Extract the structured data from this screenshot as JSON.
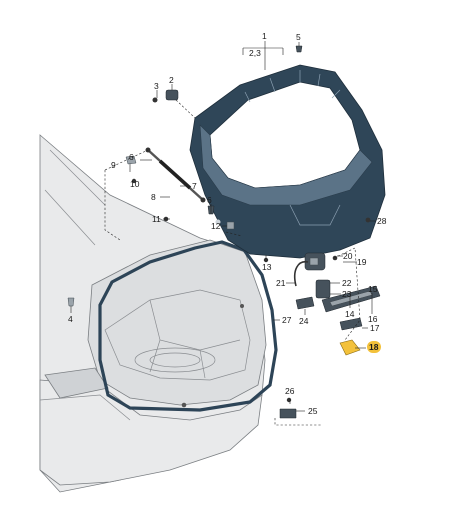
{
  "callouts": {
    "c1": "1",
    "c2_3": "2,3",
    "c5_top": "5",
    "c3": "3",
    "c2": "2",
    "c9": "9",
    "c6": "6",
    "c10": "10",
    "c7": "7",
    "c8": "8",
    "c11": "11",
    "c6b": "6",
    "c12": "12",
    "c28": "28",
    "c20": "20",
    "c19": "19",
    "c13": "13",
    "c21": "21",
    "c22": "22",
    "c23": "23",
    "c24": "24",
    "c14": "14",
    "c15": "15",
    "c16": "16",
    "c27": "27",
    "c17": "17",
    "c18": "18",
    "c4": "4",
    "c26": "26",
    "c25": "25"
  },
  "colors": {
    "tailgate": "#2f4658",
    "highlight": "#f3c13a",
    "body": "#e9eaeb"
  }
}
